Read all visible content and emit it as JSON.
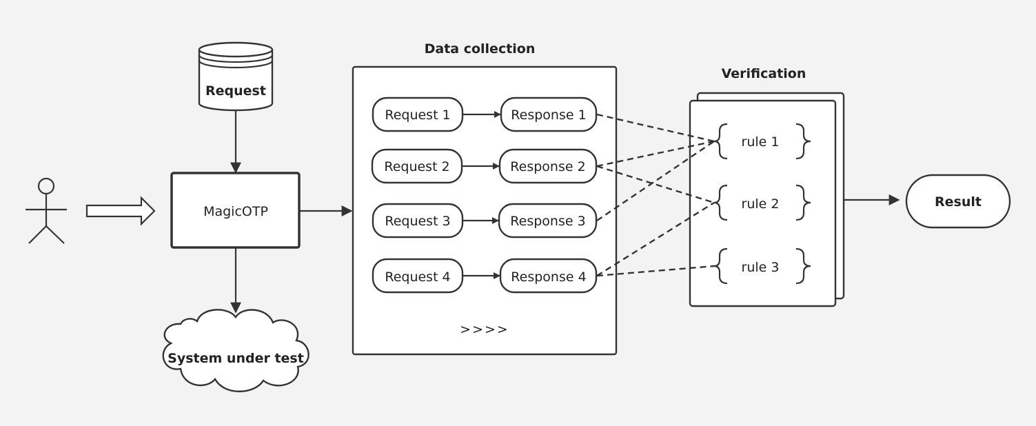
{
  "diagram": {
    "request_store": "Request",
    "core": "MagicOTP",
    "system_under_test": "System under test",
    "data_collection": {
      "title": "Data collection",
      "requests": [
        "Request 1",
        "Request 2",
        "Request 3",
        "Request 4"
      ],
      "responses": [
        "Response 1",
        "Response 2",
        "Response 3",
        "Response 4"
      ],
      "more": ">>>>"
    },
    "verification": {
      "title": "Verification",
      "rules": [
        "rule 1",
        "rule 2",
        "rule 3"
      ]
    },
    "result": "Result"
  }
}
